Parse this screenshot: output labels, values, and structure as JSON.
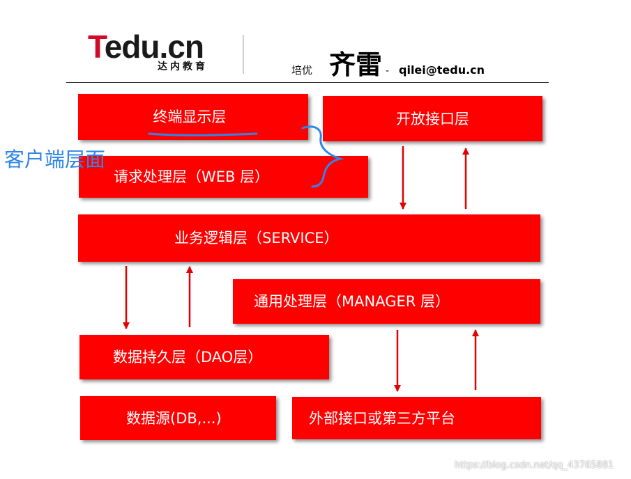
{
  "header": {
    "logo": {
      "brand_t": "T",
      "brand_rest": "edu.cn",
      "subtitle": "达内教育"
    },
    "label": "培优",
    "name": "齐雷",
    "dash": "-",
    "email": "qilei@tedu.cn"
  },
  "layers": {
    "terminal": "终端显示层",
    "open_interface": "开放接口层",
    "web": "请求处理层（WEB 层）",
    "service": "业务逻辑层（SERVICE）",
    "manager": "通用处理层（MANAGER 层）",
    "dao": "数据持久层（DAO层）",
    "db": "数据源(DB,...)",
    "external": "外部接口或第三方平台"
  },
  "annotation": {
    "text": "客户端层面",
    "color": "#2f86e8"
  },
  "colors": {
    "box": "#ff0000",
    "arrow": "#e00000",
    "annotation": "#2f86e8"
  },
  "watermark": "https://blog.csdn.net/qq_43765881"
}
